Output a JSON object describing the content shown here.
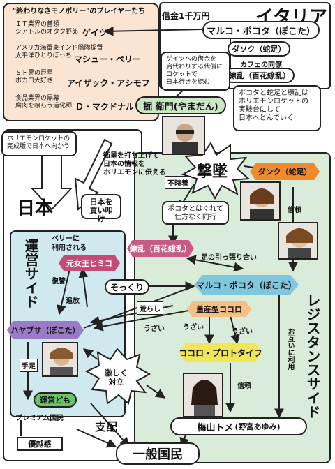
{
  "italy": {
    "title": "イタリア",
    "debt": "借金1千万円",
    "marco": "マルコ・ポコタ（ぽこた）",
    "dasoku": "ダソク（蛇足）",
    "cafe": "カフェの同僚",
    "ryoran": "繚乱（百花繚乱）",
    "note1": "ゲイツへの借金を\n肩代わりする代償に\nロケットで\n日本行きを続む"
  },
  "players": {
    "heading": "\"終わりなきモノポリー\"のプレイヤーたち",
    "items": [
      {
        "desc": "ＩＴ業界の首領\nシアトルのオタク野郎",
        "name": "ゲイツ"
      },
      {
        "desc": "アメリカ海軍東インド艦隊提督\n太平洋ひとりぼっち",
        "name": "マシュー・ペリー"
      },
      {
        "desc": "ＳＦ界の巨星\nボカロ大好き",
        "name": "アイザック・アシモフ"
      },
      {
        "desc": "食品業界の黒幕\n腐肉を喰らう道化師",
        "name": "Ｄ・マクドナルド"
      }
    ]
  },
  "center": {
    "hori": "掘 衛門(やまだん)",
    "pokota_note": "ポコタと蛇足と繚乱は\nホリエモンロケットの\n実験台にして\n日本へとんでいく",
    "horiemon_note": "ホリエモンロケットの\n完成版で日本へ向かう",
    "satellite_note": "衛星を打ち上げて\n日本の情報を\nホリエモンに伝える",
    "gekitsui": "撃墜",
    "fujichaku": "不時着",
    "hagure_note": "ポコタとはぐれて\n仕方なく同行"
  },
  "japan": {
    "title": "日本",
    "buy": "日本を\n買い叩け"
  },
  "admin": {
    "title": "運営サイド",
    "perry_note": "ペリーに\n利用される",
    "himiko": "元女王ヒミコ",
    "revenge": "復讐",
    "expel": "追放",
    "hayabusa": "ハヤブサ（ぽこた）",
    "teashi": "手足",
    "unei": "運営ども",
    "premium": "プレミアム国民",
    "yuetsu": "優越感",
    "shihai": "支配",
    "ippan": "一般国民",
    "gekishiku": "激しく\n対立"
  },
  "resist": {
    "title": "レジスタンスサイド",
    "dank": "ダンク（蛇足）",
    "shinrai1": "信頼",
    "ryoran2": "繚乱（百花繚乱）",
    "ashi": "足の引っ張り合い",
    "marco2": "マルコ・ポコタ（ぽこた）",
    "sokkuri": "そっくり",
    "arashi": "荒らし",
    "ryosan": "量産型ココロ",
    "uzai1": "うざい",
    "uzai2": "うざい",
    "uzai3": "うざい",
    "proto": "ココロ・プロトタイプ",
    "otagai": "お互いに利用",
    "shinrai2": "信頼",
    "umeyama": "梅山トメ",
    "umeyama_sub": "(野宮あゆみ)"
  }
}
